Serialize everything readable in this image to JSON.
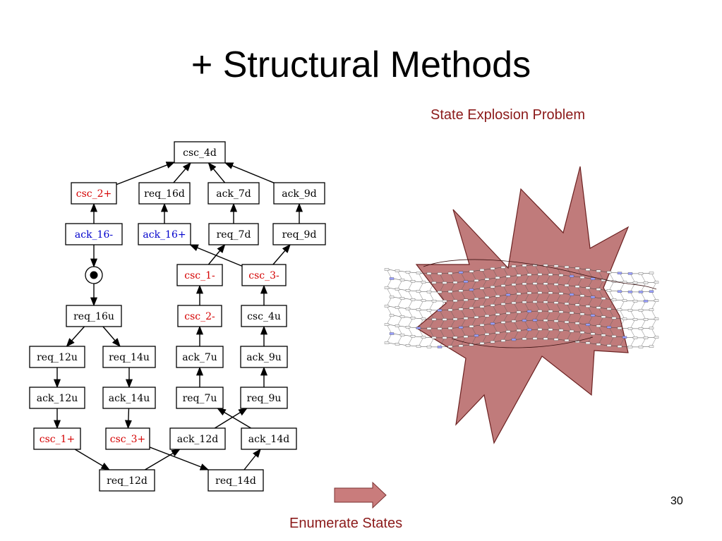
{
  "title": "+ Structural Methods",
  "caption_top": "State Explosion Problem",
  "caption_bottom": "Enumerate States",
  "page_number": "30",
  "colors": {
    "caption": "#8b1a1a",
    "red_label": "#d40000",
    "blue_label": "#0000cc",
    "star": "#c07b7b",
    "arrow_fill": "#c97c7c"
  },
  "graph": {
    "nodes": [
      {
        "id": "csc_4d",
        "label": "csc_4d",
        "color": "black"
      },
      {
        "id": "csc_2p",
        "label": "csc_2+",
        "color": "red"
      },
      {
        "id": "req_16d",
        "label": "req_16d",
        "color": "black"
      },
      {
        "id": "ack_7d",
        "label": "ack_7d",
        "color": "black"
      },
      {
        "id": "ack_9d",
        "label": "ack_9d",
        "color": "black"
      },
      {
        "id": "ack_16m",
        "label": "ack_16-",
        "color": "blue"
      },
      {
        "id": "ack_16p",
        "label": "ack_16+",
        "color": "blue"
      },
      {
        "id": "req_7d",
        "label": "req_7d",
        "color": "black"
      },
      {
        "id": "req_9d",
        "label": "req_9d",
        "color": "black"
      },
      {
        "id": "csc_1m",
        "label": "csc_1-",
        "color": "red"
      },
      {
        "id": "csc_3m",
        "label": "csc_3-",
        "color": "red"
      },
      {
        "id": "req_16u",
        "label": "req_16u",
        "color": "black"
      },
      {
        "id": "csc_2m",
        "label": "csc_2-",
        "color": "red"
      },
      {
        "id": "csc_4u",
        "label": "csc_4u",
        "color": "black"
      },
      {
        "id": "req_12u",
        "label": "req_12u",
        "color": "black"
      },
      {
        "id": "req_14u",
        "label": "req_14u",
        "color": "black"
      },
      {
        "id": "ack_7u",
        "label": "ack_7u",
        "color": "black"
      },
      {
        "id": "ack_9u",
        "label": "ack_9u",
        "color": "black"
      },
      {
        "id": "ack_12u",
        "label": "ack_12u",
        "color": "black"
      },
      {
        "id": "ack_14u",
        "label": "ack_14u",
        "color": "black"
      },
      {
        "id": "req_7u",
        "label": "req_7u",
        "color": "black"
      },
      {
        "id": "req_9u",
        "label": "req_9u",
        "color": "black"
      },
      {
        "id": "csc_1p",
        "label": "csc_1+",
        "color": "red"
      },
      {
        "id": "csc_3p",
        "label": "csc_3+",
        "color": "red"
      },
      {
        "id": "ack_12d",
        "label": "ack_12d",
        "color": "black"
      },
      {
        "id": "ack_14d",
        "label": "ack_14d",
        "color": "black"
      },
      {
        "id": "req_12d",
        "label": "req_12d",
        "color": "black"
      },
      {
        "id": "req_14d",
        "label": "req_14d",
        "color": "black"
      }
    ],
    "edges": [
      [
        "csc_2p",
        "csc_4d"
      ],
      [
        "req_16d",
        "csc_4d"
      ],
      [
        "ack_7d",
        "csc_4d"
      ],
      [
        "ack_9d",
        "csc_4d"
      ],
      [
        "ack_16m",
        "csc_2p"
      ],
      [
        "ack_16p",
        "req_16d"
      ],
      [
        "req_7d",
        "ack_7d"
      ],
      [
        "req_9d",
        "ack_9d"
      ],
      [
        "csc_3m",
        "ack_16p"
      ],
      [
        "csc_1m",
        "req_7d"
      ],
      [
        "csc_3m",
        "req_9d"
      ],
      [
        "ack_16m",
        "marking"
      ],
      [
        "marking",
        "req_16u"
      ],
      [
        "req_16u",
        "req_12u"
      ],
      [
        "req_16u",
        "req_14u"
      ],
      [
        "csc_2m",
        "csc_1m"
      ],
      [
        "csc_4u",
        "csc_3m"
      ],
      [
        "ack_7u",
        "csc_2m"
      ],
      [
        "ack_9u",
        "csc_4u"
      ],
      [
        "req_12u",
        "ack_12u"
      ],
      [
        "req_14u",
        "ack_14u"
      ],
      [
        "req_7u",
        "ack_7u"
      ],
      [
        "req_9u",
        "ack_9u"
      ],
      [
        "ack_12u",
        "csc_1p"
      ],
      [
        "ack_14u",
        "csc_3p"
      ],
      [
        "ack_12d",
        "req_9u"
      ],
      [
        "ack_14d",
        "req_7u"
      ],
      [
        "csc_1p",
        "req_12d"
      ],
      [
        "csc_3p",
        "req_14d"
      ],
      [
        "req_12d",
        "ack_12d"
      ],
      [
        "req_14d",
        "ack_14d"
      ]
    ]
  }
}
